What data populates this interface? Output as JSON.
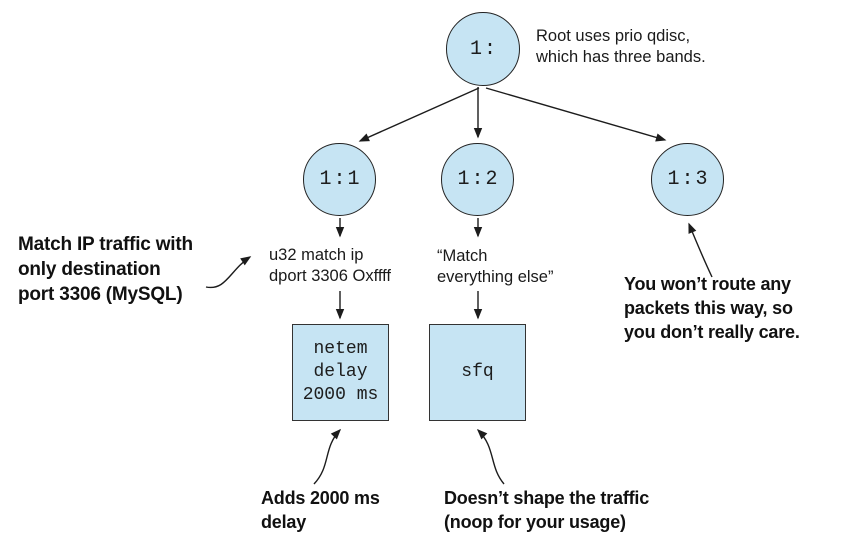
{
  "figure": {
    "root_note": "Root uses prio qdisc,\nwhich has three bands.",
    "nodes": {
      "root": "1:",
      "band1": "1:1",
      "band2": "1:2",
      "band3": "1:3"
    },
    "filters": {
      "u32": "u32 match ip\ndport 3306 Oxffff",
      "match_else": "“Match\neverything else”"
    },
    "qdiscs": {
      "netem": "netem\ndelay\n2000 ms",
      "sfq": "sfq"
    },
    "annotations": {
      "match_ip": "Match IP traffic with\nonly destination\nport 3306 (MySQL)",
      "no_route": "You won’t route any\npackets this way, so\nyou don’t really care.",
      "adds_delay": "Adds 2000 ms\ndelay",
      "noop": "Doesn’t shape the traffic\n(noop for your usage)"
    },
    "colors": {
      "node_fill": "#c6e4f3",
      "line": "#1c1c1c"
    }
  }
}
